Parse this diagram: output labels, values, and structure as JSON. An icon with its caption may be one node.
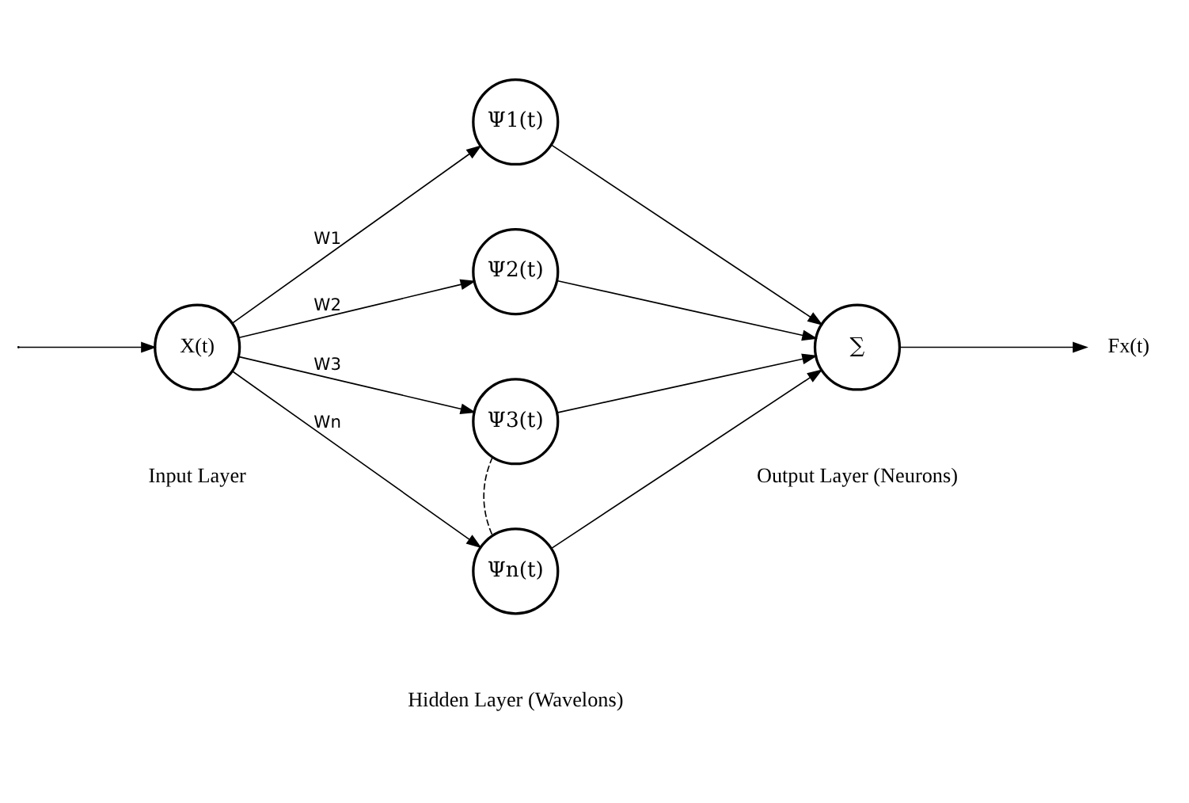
{
  "diagram": {
    "nodes": [
      {
        "text": [
          "X(t)"
        ],
        "beside": [
          "Input Layer"
        ]
      },
      {
        "text": [
          "Ψ1(t)"
        ]
      },
      {
        "text": [
          "Ψ2(t)"
        ]
      },
      {
        "text": [
          "Ψ3(t)"
        ]
      },
      {
        "text": [
          "Ψn(t)"
        ]
      },
      {
        "text": [
          "∑"
        ],
        "beside": [
          "Output Layer (Neurons)"
        ]
      },
      {
        "text": [
          "Fx(t)"
        ]
      }
    ],
    "edges": [
      {
        "from": null,
        "to": 0,
        "arrow": "to"
      },
      {
        "from": 0,
        "to": 1,
        "arrow": "to",
        "label": "W1"
      },
      {
        "from": 0,
        "to": 2,
        "arrow": "to",
        "label": "W2"
      },
      {
        "from": 0,
        "to": 3,
        "arrow": "to",
        "label": "W3"
      },
      {
        "from": 0,
        "to": 4,
        "arrow": "to",
        "label": "Wn"
      },
      {
        "from": 3,
        "to": 4,
        "arrow": "none",
        "style": "dashed"
      },
      {
        "from": 1,
        "to": 5,
        "arrow": "to"
      },
      {
        "from": 2,
        "to": 5,
        "arrow": "to"
      },
      {
        "from": 3,
        "to": 5,
        "arrow": "to"
      },
      {
        "from": 4,
        "to": 5,
        "arrow": "to"
      },
      {
        "from": 5,
        "to": 6,
        "arrow": "to"
      }
    ],
    "labels": [
      "Hidden Layer (Wavelons)"
    ]
  }
}
